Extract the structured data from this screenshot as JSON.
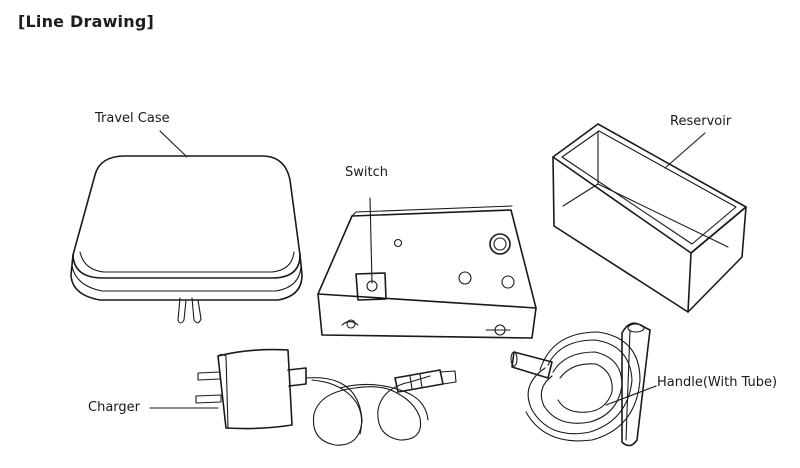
{
  "title": "[Line Drawing]",
  "labels": {
    "travel_case": "Travel Case",
    "reservoir": "Reservoir",
    "switch": "Switch",
    "charger": "Charger",
    "handle": "Handle(With Tube)"
  }
}
